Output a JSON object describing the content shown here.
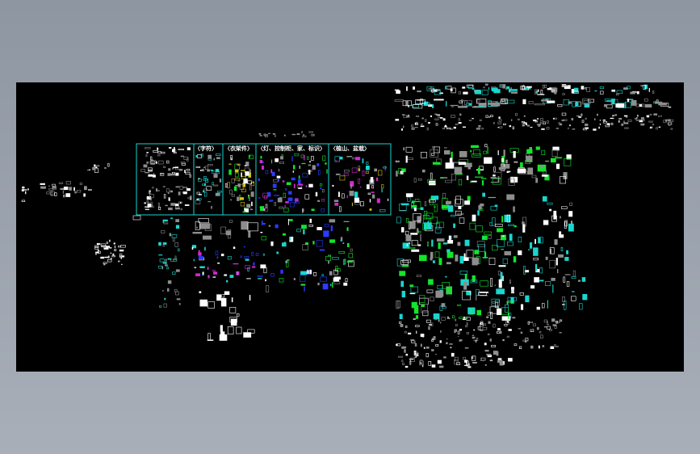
{
  "viewport": {
    "background": "#000000"
  },
  "colors": {
    "cyan": "#19d6cf",
    "green": "#11e62a",
    "white": "#ffffff",
    "gray": "#8d8d8d",
    "blue": "#2a3cff",
    "magenta": "#d12ad0",
    "yellow": "#d8c417"
  },
  "sections": [
    {
      "id": "s1",
      "label": "〈字符〉"
    },
    {
      "id": "s2",
      "label": "〈衣架件〉"
    },
    {
      "id": "s3",
      "label": "〈灯、控制柜、家、标识〉"
    },
    {
      "id": "s4",
      "label": "〈植山、盆栽〉"
    }
  ],
  "icons": {
    "drawing_sheet": "cad-drawing-icon"
  }
}
